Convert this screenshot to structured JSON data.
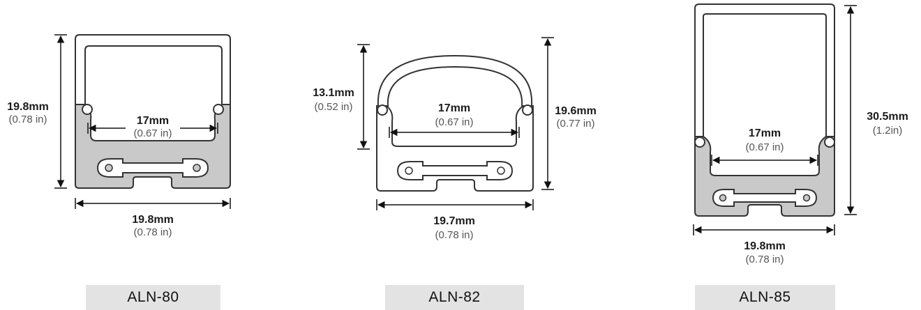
{
  "profiles": [
    {
      "name": "ALN-80",
      "height": {
        "mm": "19.8mm",
        "in": "(0.78 in)"
      },
      "inner": {
        "mm": "17mm",
        "in": "(0.67 in)"
      },
      "width": {
        "mm": "19.8mm",
        "in": "(0.78 in)"
      }
    },
    {
      "name": "ALN-82",
      "dome": {
        "mm": "13.1mm",
        "in": "(0.52 in)"
      },
      "inner": {
        "mm": "17mm",
        "in": "(0.67 in)"
      },
      "height": {
        "mm": "19.6mm",
        "in": "(0.77 in)"
      },
      "width": {
        "mm": "19.7mm",
        "in": "(0.78 in)"
      }
    },
    {
      "name": "ALN-85",
      "inner": {
        "mm": "17mm",
        "in": "(0.67 in)"
      },
      "height": {
        "mm": "30.5mm",
        "in": "(1.2in)"
      },
      "width": {
        "mm": "19.8mm",
        "in": "(0.78 in)"
      }
    }
  ],
  "colors": {
    "outline": "#3a3a3a",
    "base_fill": "#c9c9c9",
    "diffuser_fill": "#ffffff",
    "label_bg": "#e3e3e3"
  }
}
